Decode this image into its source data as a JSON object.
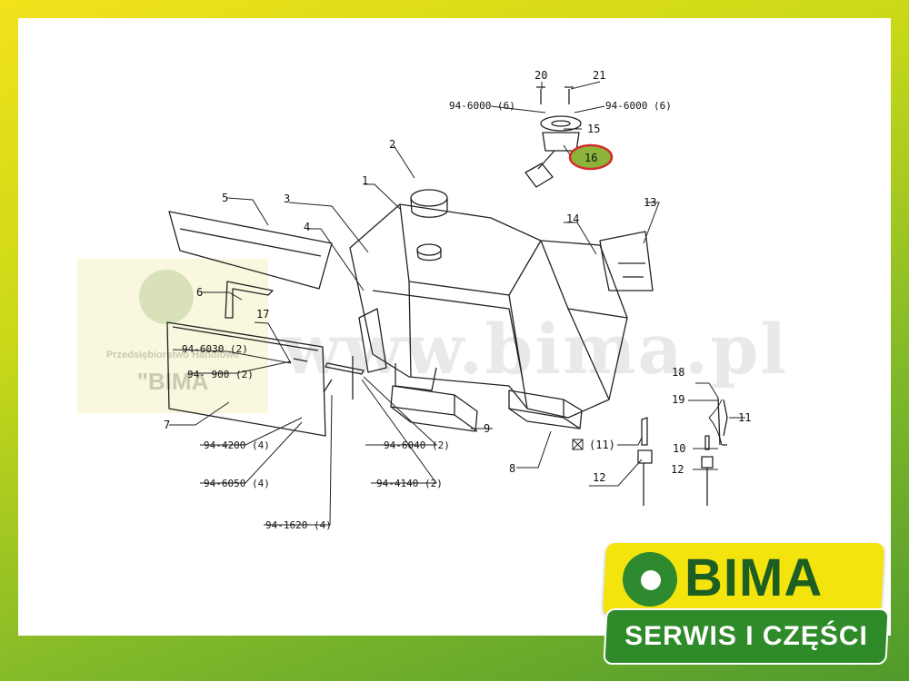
{
  "watermark": {
    "url_text": "www.bima.pl",
    "logo_subtitle": "Przedsiębiorstwo Handlowe",
    "logo_name": "\"BIMA"
  },
  "callouts": {
    "n1": "1",
    "n2": "2",
    "n3": "3",
    "n4": "4",
    "n5": "5",
    "n6": "6",
    "n7": "7",
    "n8": "8",
    "n9": "9",
    "n10": "10",
    "n11": "11",
    "n11box": "(11)",
    "n12a": "12",
    "n12b": "12",
    "n13": "13",
    "n14": "14",
    "n15": "15",
    "n16": "16",
    "n17": "17",
    "n18": "18",
    "n19": "19",
    "n20": "20",
    "n21": "21"
  },
  "parts": {
    "p6000_left": "94-6000 (6)",
    "p6000_right": "94-6000 (6)",
    "p6030": "94-6030 (2)",
    "p900": "94- 900 (2)",
    "p4200": "94-4200 (4)",
    "p6050": "94-6050 (4)",
    "p1620": "94-1620 (4)",
    "p6040": "94-6040 (2)",
    "p4140": "94-4140 (2)"
  },
  "highlight": {
    "color": "#8db33a",
    "ring": "#d42b2b"
  },
  "brand": {
    "name": "BIMA",
    "tagline": "SERWIS I CZĘŚCI",
    "accent_yellow": "#f4e40e",
    "accent_green": "#2f8a2a"
  }
}
